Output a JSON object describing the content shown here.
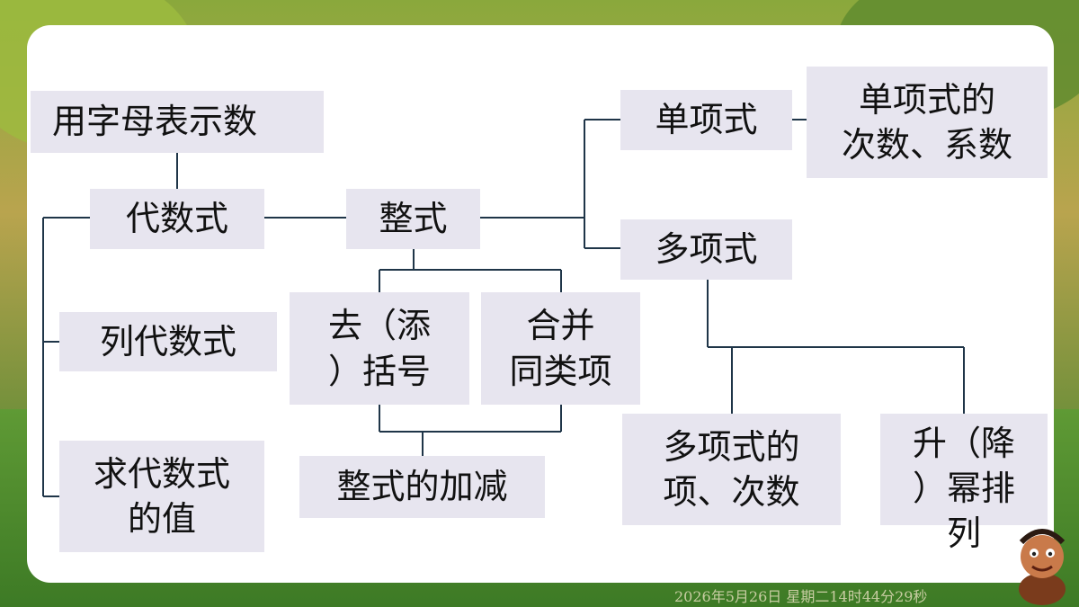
{
  "diagram": {
    "nodes": {
      "letters": "用字母表示数",
      "algebraic": "代数式",
      "list_expr": "列代数式",
      "evaluate": "求代数式\n的值",
      "polynomial_int": "整式",
      "brackets": "去（添\n）括号",
      "combine": "合并\n同类项",
      "add_sub": "整式的加减",
      "monomial": "单项式",
      "mono_degree": "单项式的\n次数、系数",
      "polynomial": "多项式",
      "poly_terms": "多项式的\n项、次数",
      "ordering": "升（降\n）幂排\n列"
    }
  },
  "timestamp": "2026年5月26日 星期二14时44分29秒",
  "colors": {
    "box": "#e7e5ef",
    "line": "#1f3548",
    "panel": "#ffffff"
  }
}
